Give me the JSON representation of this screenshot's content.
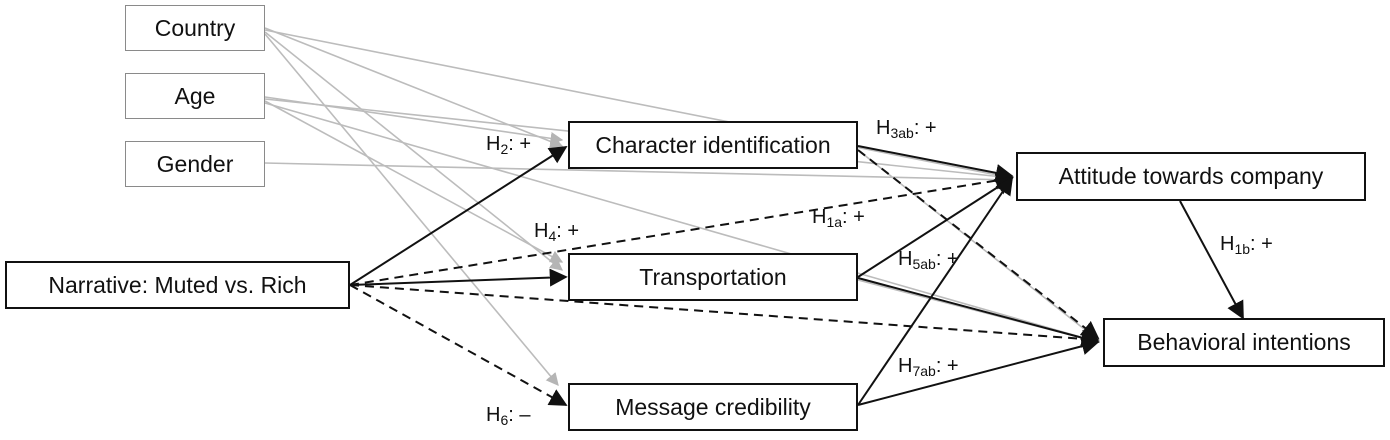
{
  "nodes": {
    "country": "Country",
    "age": "Age",
    "gender": "Gender",
    "narrative": "Narrative: Muted vs. Rich",
    "character_identification": "Character identification",
    "transportation": "Transportation",
    "message_credibility": "Message credibility",
    "attitude": "Attitude towards company",
    "behavioral": "Behavioral intentions"
  },
  "hypotheses": {
    "h2": {
      "base": "H",
      "sub": "2",
      "sign": ": +"
    },
    "h3ab": {
      "base": "H",
      "sub": "3ab",
      "sign": ": +"
    },
    "h1a": {
      "base": "H",
      "sub": "1a",
      "sign": ": +"
    },
    "h4": {
      "base": "H",
      "sub": "4",
      "sign": ": +"
    },
    "h5ab": {
      "base": "H",
      "sub": "5ab",
      "sign": ": +"
    },
    "h1b": {
      "base": "H",
      "sub": "1b",
      "sign": ": +"
    },
    "h6": {
      "base": "H",
      "sub": "6",
      "sign": ": –"
    },
    "h7ab": {
      "base": "H",
      "sub": "7ab",
      "sign": ": +"
    }
  },
  "edges": [
    {
      "from": "country",
      "to": "character_identification",
      "style": "control"
    },
    {
      "from": "country",
      "to": "attitude",
      "style": "control"
    },
    {
      "from": "country",
      "to": "transportation",
      "style": "control"
    },
    {
      "from": "country",
      "to": "message_credibility",
      "style": "control"
    },
    {
      "from": "age",
      "to": "character_identification",
      "style": "control"
    },
    {
      "from": "age",
      "to": "attitude",
      "style": "control"
    },
    {
      "from": "age",
      "to": "transportation",
      "style": "control"
    },
    {
      "from": "age",
      "to": "behavioral",
      "style": "control"
    },
    {
      "from": "gender",
      "to": "attitude",
      "style": "control"
    },
    {
      "from": "character_identification",
      "to": "behavioral",
      "style": "control"
    },
    {
      "from": "transportation",
      "to": "behavioral",
      "style": "control"
    },
    {
      "from": "narrative",
      "to": "character_identification",
      "style": "solid"
    },
    {
      "from": "narrative",
      "to": "transportation",
      "style": "solid"
    },
    {
      "from": "narrative",
      "to": "message_credibility",
      "style": "dashed"
    },
    {
      "from": "narrative",
      "to": "attitude",
      "style": "dashed"
    },
    {
      "from": "narrative",
      "to": "behavioral",
      "style": "dashed"
    },
    {
      "from": "character_identification",
      "to": "attitude",
      "style": "solid"
    },
    {
      "from": "character_identification",
      "to": "behavioral",
      "style": "dashed"
    },
    {
      "from": "transportation",
      "to": "attitude",
      "style": "solid"
    },
    {
      "from": "transportation",
      "to": "behavioral",
      "style": "solid"
    },
    {
      "from": "message_credibility",
      "to": "attitude",
      "style": "solid"
    },
    {
      "from": "message_credibility",
      "to": "behavioral",
      "style": "solid"
    },
    {
      "from": "attitude",
      "to": "behavioral",
      "style": "solid"
    }
  ]
}
